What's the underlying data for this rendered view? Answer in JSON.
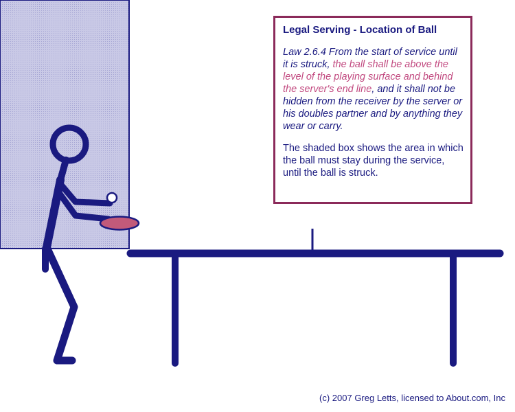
{
  "title": "Legal Serving - Location of Ball",
  "law": {
    "prefix": "Law 2.6.4 From the start of service until it is struck, ",
    "highlight": "the ball shall be above the level of the playing surface and behind the server's end line",
    "suffix": ", and it shall not be hidden from the receiver by the server or his doubles partner and by anything they wear or carry."
  },
  "note": "The shaded box shows the area in which the ball must stay during the service, until the ball is struck.",
  "credit": "(c) 2007 Greg Letts, licensed to About.com, Inc",
  "colors": {
    "figure": "#1a1a80",
    "shade": "#c8c8e6",
    "box_border": "#8b2a5a",
    "highlight_text": "#c24a80",
    "paddle": "#c25a7a"
  }
}
